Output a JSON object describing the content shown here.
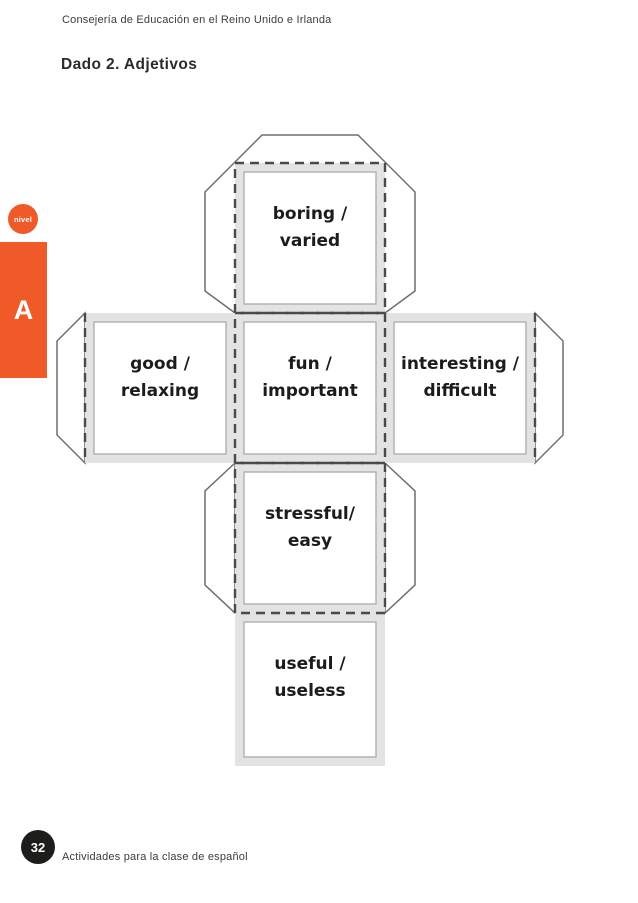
{
  "page": {
    "header": "Consejería de Educación en el Reino Unido e Irlanda",
    "title": "Dado 2. Adjetivos",
    "page_number": "32",
    "footer": "Actividades para la clase de español"
  },
  "level": {
    "badge_label": "nivel",
    "letter": "A"
  },
  "colors": {
    "accent_orange": "#f05a28",
    "footer_circle_black": "#1d1d1b",
    "band_gray": "#e3e3e3",
    "fold_dash_gray": "#4a4a4a",
    "flap_stroke_gray": "#6e6e6e",
    "inner_border_gray": "#b3b3b3",
    "face_text": "#1c1c1c"
  },
  "dice": {
    "description": "cut-out cube net with six adjective faces",
    "faces": [
      {
        "id": "top",
        "line1": "boring /",
        "line2": "varied"
      },
      {
        "id": "left",
        "line1": "good /",
        "line2": "relaxing"
      },
      {
        "id": "center",
        "line1": "fun /",
        "line2": "important"
      },
      {
        "id": "right",
        "line1": "interesting /",
        "line2": "difficult"
      },
      {
        "id": "below-center",
        "line1": "stressful/",
        "line2": "easy"
      },
      {
        "id": "bottom",
        "line1": "useful /",
        "line2": "useless"
      }
    ]
  }
}
